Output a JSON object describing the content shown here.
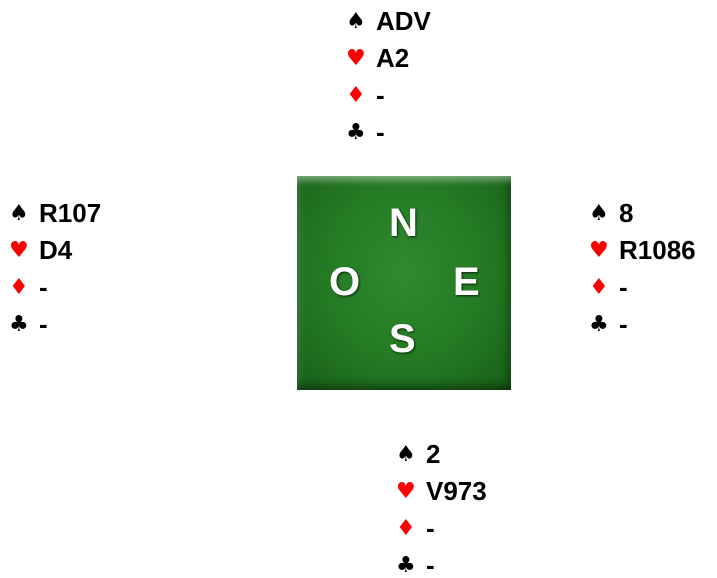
{
  "symbols": {
    "spade": "♠",
    "heart": "♥",
    "diamond": "♦",
    "club": "♣"
  },
  "colors": {
    "red_suit": "#ff0000",
    "black_suit": "#000000",
    "table_green": "#237a23",
    "direction_letters": "#ffffff"
  },
  "compass": {
    "north": "N",
    "west": "O",
    "east": "E",
    "south": "S"
  },
  "hands": {
    "north": {
      "spades": "ADV",
      "hearts": "A2",
      "diamonds": "-",
      "clubs": "-"
    },
    "west": {
      "spades": "R107",
      "hearts": "D4",
      "diamonds": "-",
      "clubs": "-"
    },
    "east": {
      "spades": "8",
      "hearts": "R1086",
      "diamonds": "-",
      "clubs": "-"
    },
    "south": {
      "spades": "2",
      "hearts": "V973",
      "diamonds": "-",
      "clubs": "-"
    }
  }
}
